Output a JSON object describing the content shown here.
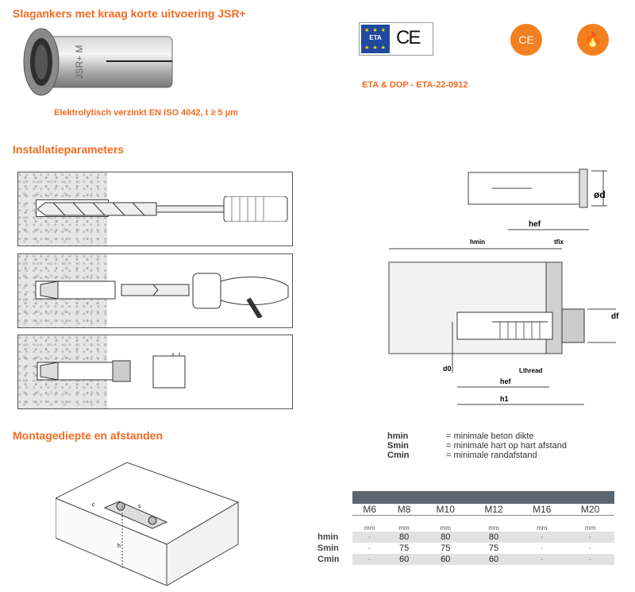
{
  "title": "Slagankers met kraag korte uitvoering JSR+",
  "finish_note": "Elektrolytisch verzinkt EN ISO 4042, t ≥ 5 µm",
  "eta_note": "ETA & DOP - ETA-22-0912",
  "eta_badge": {
    "eta_text": "ETA",
    "ce_text": "CE"
  },
  "badges": [
    {
      "name": "ce-icon",
      "glyph": "CE"
    },
    {
      "name": "fire-icon",
      "glyph": "🔥"
    }
  ],
  "product_marking": "JSR+ M",
  "section_install": "Installatieparameters",
  "section_mounting": "Montagediepte en afstanden",
  "diagram_labels": {
    "od": "ød",
    "hef_top": "hef",
    "hmin": "hmin",
    "tfix": "tfix",
    "df": "df",
    "d0": "d0",
    "hef": "hef",
    "h1": "h1",
    "l_thread": "Lthread"
  },
  "plate_labels": {
    "c": "c",
    "s": "s",
    "h": "h"
  },
  "legend": [
    {
      "sym": "hmin",
      "text": "= minimale beton dikte"
    },
    {
      "sym": "Smin",
      "text": "= minimale hart op hart afstand"
    },
    {
      "sym": "Cmin",
      "text": "= minimale randafstand"
    }
  ],
  "table": {
    "sizes": [
      "M6",
      "M8",
      "M10",
      "M12",
      "M16",
      "M20"
    ],
    "unit": "mm",
    "rows": [
      {
        "label": "hmin",
        "values": [
          "-",
          "80",
          "80",
          "80",
          "-",
          "-"
        ]
      },
      {
        "label": "Smin",
        "values": [
          "-",
          "75",
          "75",
          "75",
          "-",
          "-"
        ]
      },
      {
        "label": "Cmin",
        "values": [
          "-",
          "60",
          "60",
          "60",
          "-",
          "-"
        ]
      }
    ]
  }
}
